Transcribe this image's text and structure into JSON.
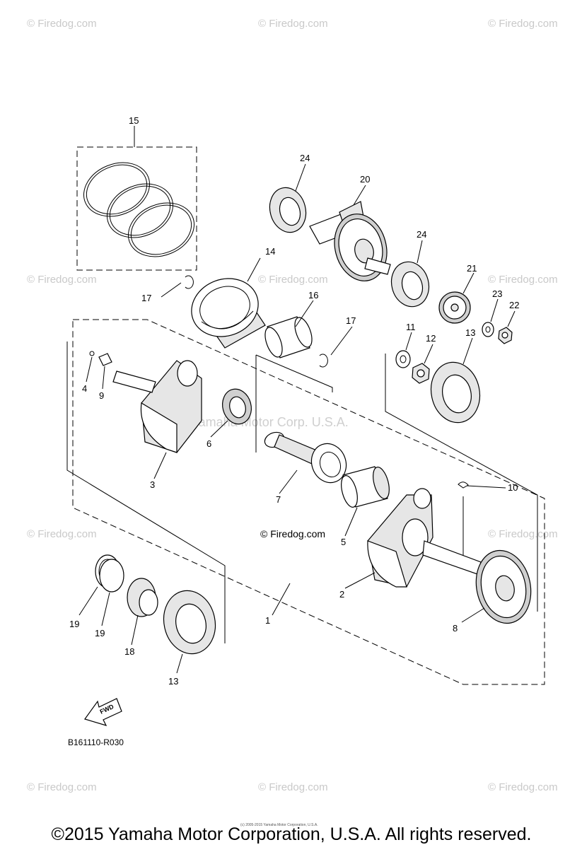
{
  "watermarks": {
    "corner_text": "© Firedog.com",
    "center_text": "Yamaha Motor Corp. U.S.A.",
    "inline_firedog": "© Firedog.com"
  },
  "callouts": {
    "n1": "1",
    "n2": "2",
    "n3": "3",
    "n4": "4",
    "n5": "5",
    "n6": "6",
    "n7": "7",
    "n8": "8",
    "n9": "9",
    "n10": "10",
    "n11": "11",
    "n12": "12",
    "n13a": "13",
    "n13b": "13",
    "n14": "14",
    "n15": "15",
    "n16": "16",
    "n17a": "17",
    "n17b": "17",
    "n18": "18",
    "n19a": "19",
    "n19b": "19",
    "n20": "20",
    "n21": "21",
    "n22": "22",
    "n23": "23",
    "n24a": "24",
    "n24b": "24"
  },
  "fwd_label": "FWD",
  "diagram_code": "B161110-R030",
  "tiny_copyright": "(c) 2005-2015 Yamaha Motor Corporation, U.S.A.",
  "footer": "©2015 Yamaha Motor Corporation, U.S.A. All rights reserved."
}
